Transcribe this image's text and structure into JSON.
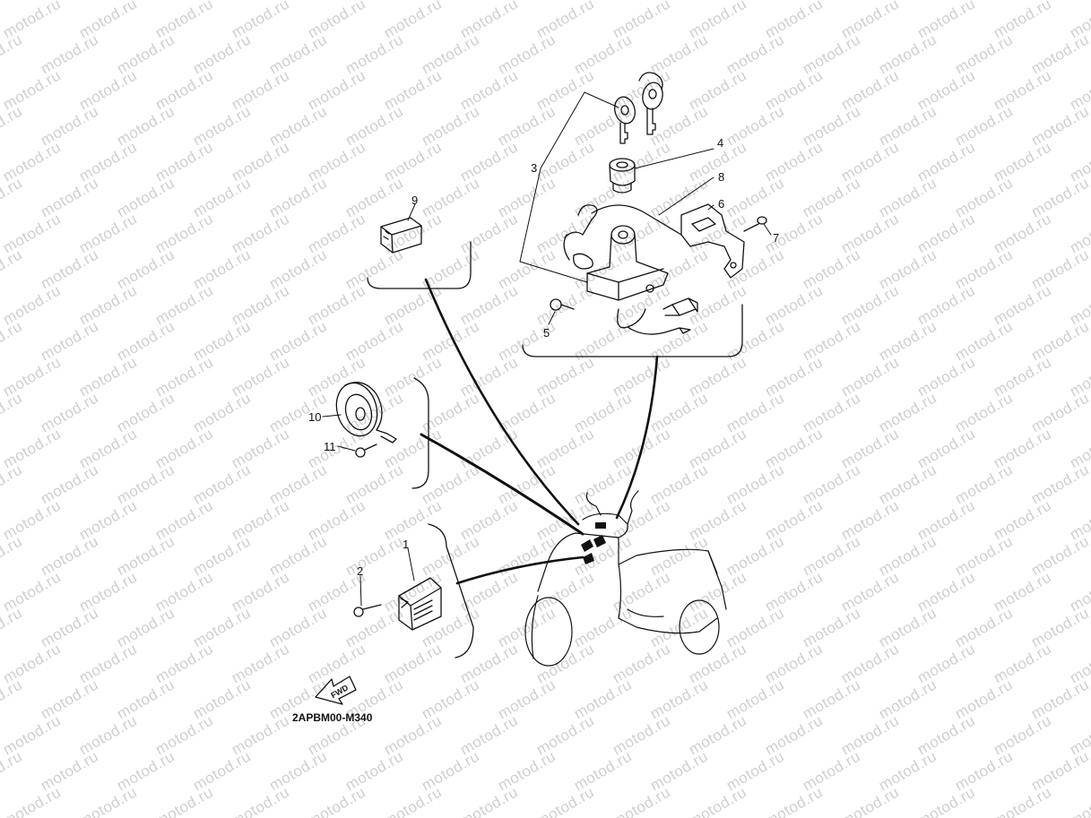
{
  "watermark": {
    "text": "motod.ru"
  },
  "callouts": {
    "n1": "1",
    "n2": "2",
    "n3": "3",
    "n4": "4",
    "n5": "5",
    "n6": "6",
    "n7": "7",
    "n8": "8",
    "n9": "9",
    "n10": "10",
    "n11": "11"
  },
  "fwd_label": "FWD",
  "diagram_code": "2APBM00-M340"
}
